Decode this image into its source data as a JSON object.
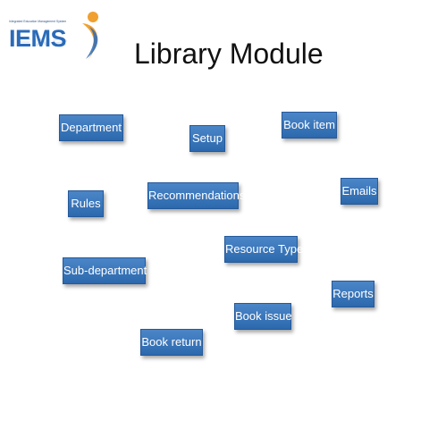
{
  "logo": {
    "tagline": "Integrated Education Management System",
    "brand": "IEMS"
  },
  "title": "Library Module",
  "modules": {
    "department": "Department",
    "setup": "Setup",
    "book_item": "Book item",
    "rules": "Rules",
    "recommendations": "Recommendations",
    "emails": "Emails",
    "resource_type": "Resource Type",
    "sub_department": "Sub-department",
    "reports": "Reports",
    "book_issue": "Book issue",
    "book_return": "Book return"
  },
  "colors": {
    "box_fill": "#3b78bd",
    "box_border": "#25599a",
    "text": "#ffffff",
    "brand_blue": "#2b6bb8",
    "logo_orange": "#f0a030"
  }
}
